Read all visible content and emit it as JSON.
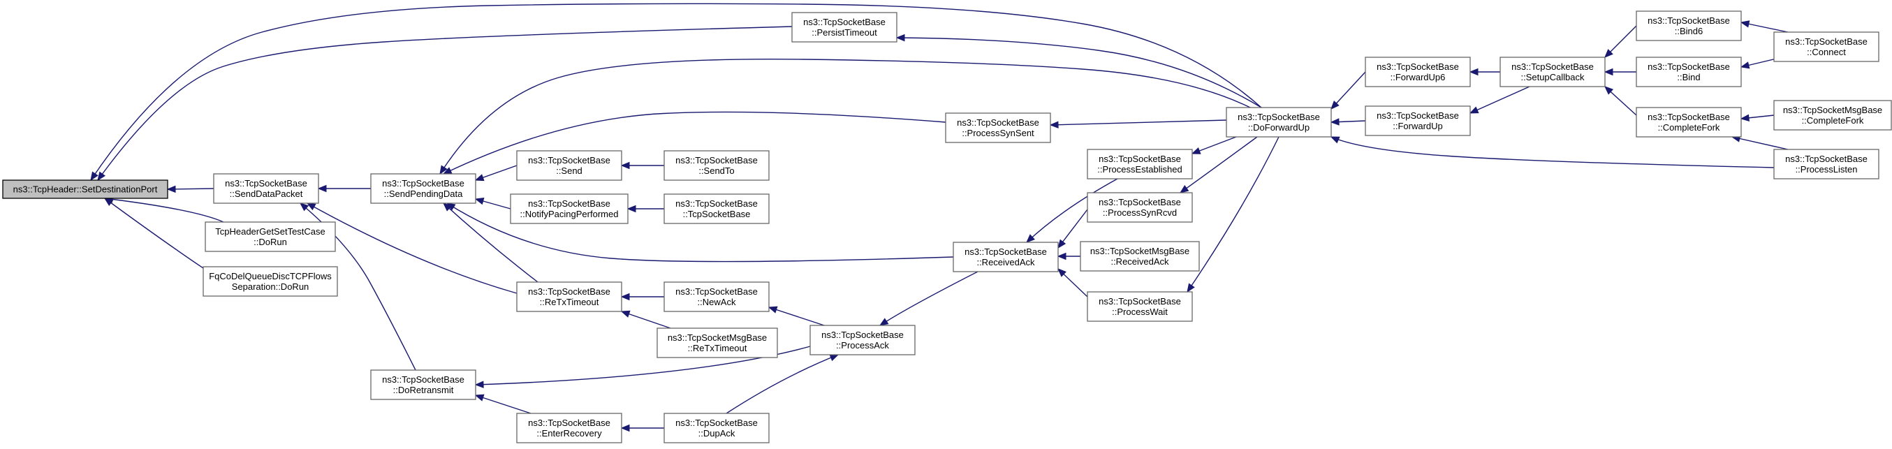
{
  "graph": {
    "nodes": [
      {
        "id": "n0",
        "lines": [
          "ns3::TcpHeader::SetDestinationPort"
        ],
        "root": true
      },
      {
        "id": "n1",
        "lines": [
          "ns3::TcpSocketBase",
          "::SendDataPacket"
        ]
      },
      {
        "id": "n2",
        "lines": [
          "TcpHeaderGetSetTestCase",
          "::DoRun"
        ]
      },
      {
        "id": "n3",
        "lines": [
          "FqCoDelQueueDiscTCPFlows",
          "Separation::DoRun"
        ]
      },
      {
        "id": "n4",
        "lines": [
          "ns3::TcpSocketBase",
          "::SendPendingData"
        ]
      },
      {
        "id": "n5",
        "lines": [
          "ns3::TcpSocketBase",
          "::PersistTimeout"
        ]
      },
      {
        "id": "n6",
        "lines": [
          "ns3::TcpSocketBase",
          "::DoForwardUp"
        ]
      },
      {
        "id": "n7",
        "lines": [
          "ns3::TcpSocketBase",
          "::Send"
        ]
      },
      {
        "id": "n8",
        "lines": [
          "ns3::TcpSocketBase",
          "::SendTo"
        ]
      },
      {
        "id": "n9",
        "lines": [
          "ns3::TcpSocketBase",
          "::NotifyPacingPerformed"
        ]
      },
      {
        "id": "n10",
        "lines": [
          "ns3::TcpSocketBase",
          "::TcpSocketBase"
        ]
      },
      {
        "id": "n11",
        "lines": [
          "ns3::TcpSocketBase",
          "::ReTxTimeout"
        ]
      },
      {
        "id": "n12",
        "lines": [
          "ns3::TcpSocketBase",
          "::NewAck"
        ]
      },
      {
        "id": "n13",
        "lines": [
          "ns3::TcpSocketMsgBase",
          "::ReTxTimeout"
        ]
      },
      {
        "id": "n14",
        "lines": [
          "ns3::TcpSocketBase",
          "::DoRetransmit"
        ]
      },
      {
        "id": "n15",
        "lines": [
          "ns3::TcpSocketBase",
          "::EnterRecovery"
        ]
      },
      {
        "id": "n16",
        "lines": [
          "ns3::TcpSocketBase",
          "::DupAck"
        ]
      },
      {
        "id": "n17",
        "lines": [
          "ns3::TcpSocketBase",
          "::ProcessAck"
        ]
      },
      {
        "id": "n18",
        "lines": [
          "ns3::TcpSocketBase",
          "::ReceivedAck"
        ]
      },
      {
        "id": "n19",
        "lines": [
          "ns3::TcpSocketBase",
          "::ProcessSynSent"
        ]
      },
      {
        "id": "n20",
        "lines": [
          "ns3::TcpSocketBase",
          "::ProcessEstablished"
        ]
      },
      {
        "id": "n21",
        "lines": [
          "ns3::TcpSocketBase",
          "::ProcessSynRcvd"
        ]
      },
      {
        "id": "n22",
        "lines": [
          "ns3::TcpSocketMsgBase",
          "::ReceivedAck"
        ]
      },
      {
        "id": "n23",
        "lines": [
          "ns3::TcpSocketBase",
          "::ProcessWait"
        ]
      },
      {
        "id": "n24",
        "lines": [
          "ns3::TcpSocketBase",
          "::ForwardUp6"
        ]
      },
      {
        "id": "n25",
        "lines": [
          "ns3::TcpSocketBase",
          "::ForwardUp"
        ]
      },
      {
        "id": "n26",
        "lines": [
          "ns3::TcpSocketBase",
          "::SetupCallback"
        ]
      },
      {
        "id": "n27",
        "lines": [
          "ns3::TcpSocketBase",
          "::Bind6"
        ]
      },
      {
        "id": "n28",
        "lines": [
          "ns3::TcpSocketBase",
          "::Bind"
        ]
      },
      {
        "id": "n29",
        "lines": [
          "ns3::TcpSocketBase",
          "::CompleteFork"
        ]
      },
      {
        "id": "n30",
        "lines": [
          "ns3::TcpSocketBase",
          "::Connect"
        ]
      },
      {
        "id": "n31",
        "lines": [
          "ns3::TcpSocketMsgBase",
          "::CompleteFork"
        ]
      },
      {
        "id": "n32",
        "lines": [
          "ns3::TcpSocketBase",
          "::ProcessListen"
        ]
      }
    ],
    "edges": [
      [
        "n1",
        "n0"
      ],
      [
        "n2",
        "n0"
      ],
      [
        "n3",
        "n0"
      ],
      [
        "n5",
        "n0"
      ],
      [
        "n6",
        "n0"
      ],
      [
        "n4",
        "n1"
      ],
      [
        "n11",
        "n1"
      ],
      [
        "n14",
        "n1"
      ],
      [
        "n7",
        "n4"
      ],
      [
        "n9",
        "n4"
      ],
      [
        "n11",
        "n4"
      ],
      [
        "n18",
        "n4"
      ],
      [
        "n19",
        "n4"
      ],
      [
        "n6",
        "n4"
      ],
      [
        "n6",
        "n5"
      ],
      [
        "n24",
        "n6"
      ],
      [
        "n25",
        "n6"
      ],
      [
        "n8",
        "n7"
      ],
      [
        "n10",
        "n9"
      ],
      [
        "n12",
        "n11"
      ],
      [
        "n13",
        "n11"
      ],
      [
        "n17",
        "n12"
      ],
      [
        "n17",
        "n14"
      ],
      [
        "n15",
        "n14"
      ],
      [
        "n16",
        "n15"
      ],
      [
        "n16",
        "n17"
      ],
      [
        "n18",
        "n17"
      ],
      [
        "n20",
        "n18"
      ],
      [
        "n21",
        "n18"
      ],
      [
        "n22",
        "n18"
      ],
      [
        "n23",
        "n18"
      ],
      [
        "n6",
        "n19"
      ],
      [
        "n6",
        "n20"
      ],
      [
        "n6",
        "n21"
      ],
      [
        "n6",
        "n23"
      ],
      [
        "n26",
        "n24"
      ],
      [
        "n26",
        "n25"
      ],
      [
        "n27",
        "n26"
      ],
      [
        "n28",
        "n26"
      ],
      [
        "n29",
        "n26"
      ],
      [
        "n30",
        "n27"
      ],
      [
        "n30",
        "n28"
      ],
      [
        "n31",
        "n29"
      ],
      [
        "n32",
        "n29"
      ],
      [
        "n32",
        "n6"
      ]
    ]
  }
}
